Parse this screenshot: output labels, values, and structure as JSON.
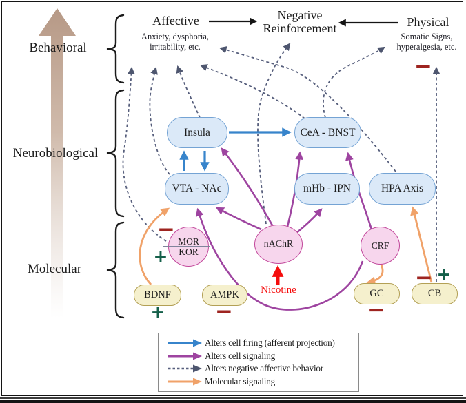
{
  "levels": {
    "behavioral": "Behavioral",
    "neurobiological": "Neurobiological",
    "molecular": "Molecular"
  },
  "behavioral_outcomes": {
    "affective": {
      "title": "Affective",
      "subtitle_line1": "Anxiety, dysphoria,",
      "subtitle_line2": "irritability, etc."
    },
    "negative_reinforcement": {
      "line1": "Negative",
      "line2": "Reinforcement"
    },
    "physical": {
      "title": "Physical",
      "subtitle_line1": "Somatic Signs,",
      "subtitle_line2": "hyperalgesia, etc."
    }
  },
  "nodes": {
    "insula": "Insula",
    "cea_bnst": "CeA - BNST",
    "vta_nac": "VTA - NAc",
    "mhb_ipn": "mHb - IPN",
    "hpa_axis": "HPA Axis",
    "mor": "MOR",
    "kor": "KOR",
    "nachr": "nAChR",
    "crf": "CRF",
    "bdnf": "BDNF",
    "ampk": "AMPK",
    "gc": "GC",
    "cb": "CB"
  },
  "stimulus": {
    "nicotine": "Nicotine"
  },
  "signs": {
    "plus": "+",
    "minus": "−"
  },
  "legend": {
    "items": [
      {
        "label": "Alters cell firing (afferent projection)",
        "style": "solid",
        "color": "#3784cb"
      },
      {
        "label": "Alters cell signaling",
        "style": "solid",
        "color": "#9e44a0"
      },
      {
        "label": "Alters negative affective behavior",
        "style": "dashed",
        "color": "#565e7c"
      },
      {
        "label": "Molecular signaling",
        "style": "solid",
        "color": "#f0a269"
      }
    ]
  },
  "edges": [
    {
      "from": "insula",
      "to": "cea_bnst",
      "type": "cell-firing"
    },
    {
      "from": "vta_nac",
      "to": "insula",
      "type": "cell-firing"
    },
    {
      "from": "insula",
      "to": "vta_nac",
      "type": "cell-firing"
    },
    {
      "from": "nachr",
      "to": "vta_nac",
      "type": "cell-signaling"
    },
    {
      "from": "nachr",
      "to": "insula",
      "type": "cell-signaling"
    },
    {
      "from": "nachr",
      "to": "cea_bnst",
      "type": "cell-signaling"
    },
    {
      "from": "nachr",
      "to": "mhb_ipn",
      "type": "cell-signaling"
    },
    {
      "from": "crf",
      "to": "cea_bnst",
      "type": "cell-signaling"
    },
    {
      "from": "crf",
      "to": "vta_nac",
      "type": "cell-signaling"
    },
    {
      "from": "mor_kor",
      "to": "affective",
      "type": "negative-affective-behavior"
    },
    {
      "from": "vta_nac",
      "to": "affective",
      "type": "negative-affective-behavior"
    },
    {
      "from": "insula",
      "to": "affective",
      "type": "negative-affective-behavior"
    },
    {
      "from": "cea_bnst",
      "to": "affective",
      "type": "negative-affective-behavior"
    },
    {
      "from": "hpa_axis",
      "to": "affective",
      "type": "negative-affective-behavior"
    },
    {
      "from": "nachr",
      "to": "negative_reinforcement",
      "type": "negative-affective-behavior"
    },
    {
      "from": "cea_bnst",
      "to": "physical",
      "type": "negative-affective-behavior"
    },
    {
      "from": "cb",
      "to": "physical",
      "type": "negative-affective-behavior"
    },
    {
      "from": "bdnf",
      "to": "vta_nac",
      "type": "molecular-signaling"
    },
    {
      "from": "crf",
      "to": "gc",
      "type": "molecular-signaling"
    },
    {
      "from": "cb",
      "to": "hpa_axis",
      "type": "molecular-signaling"
    },
    {
      "from": "nicotine",
      "to": "nachr",
      "type": "stimulus"
    },
    {
      "from": "affective",
      "to": "negative_reinforcement",
      "type": "behavioral"
    },
    {
      "from": "physical",
      "to": "negative_reinforcement",
      "type": "behavioral"
    }
  ],
  "colors": {
    "cell_firing_blue": "#3784cb",
    "cell_signaling_purple": "#9e44a0",
    "behavior_dashed_slate": "#565e7c",
    "molecular_orange": "#f0a269",
    "nicotine_red": "#f50d0d",
    "minus_red": "#9e2420",
    "plus_green": "#15604a",
    "region_fill_blue": "#dbe9f8",
    "receptor_fill_pink": "#f7d6ed",
    "molecule_fill_yellow": "#f5f0cd",
    "level_arrow_tan": "#bd9f8c"
  }
}
